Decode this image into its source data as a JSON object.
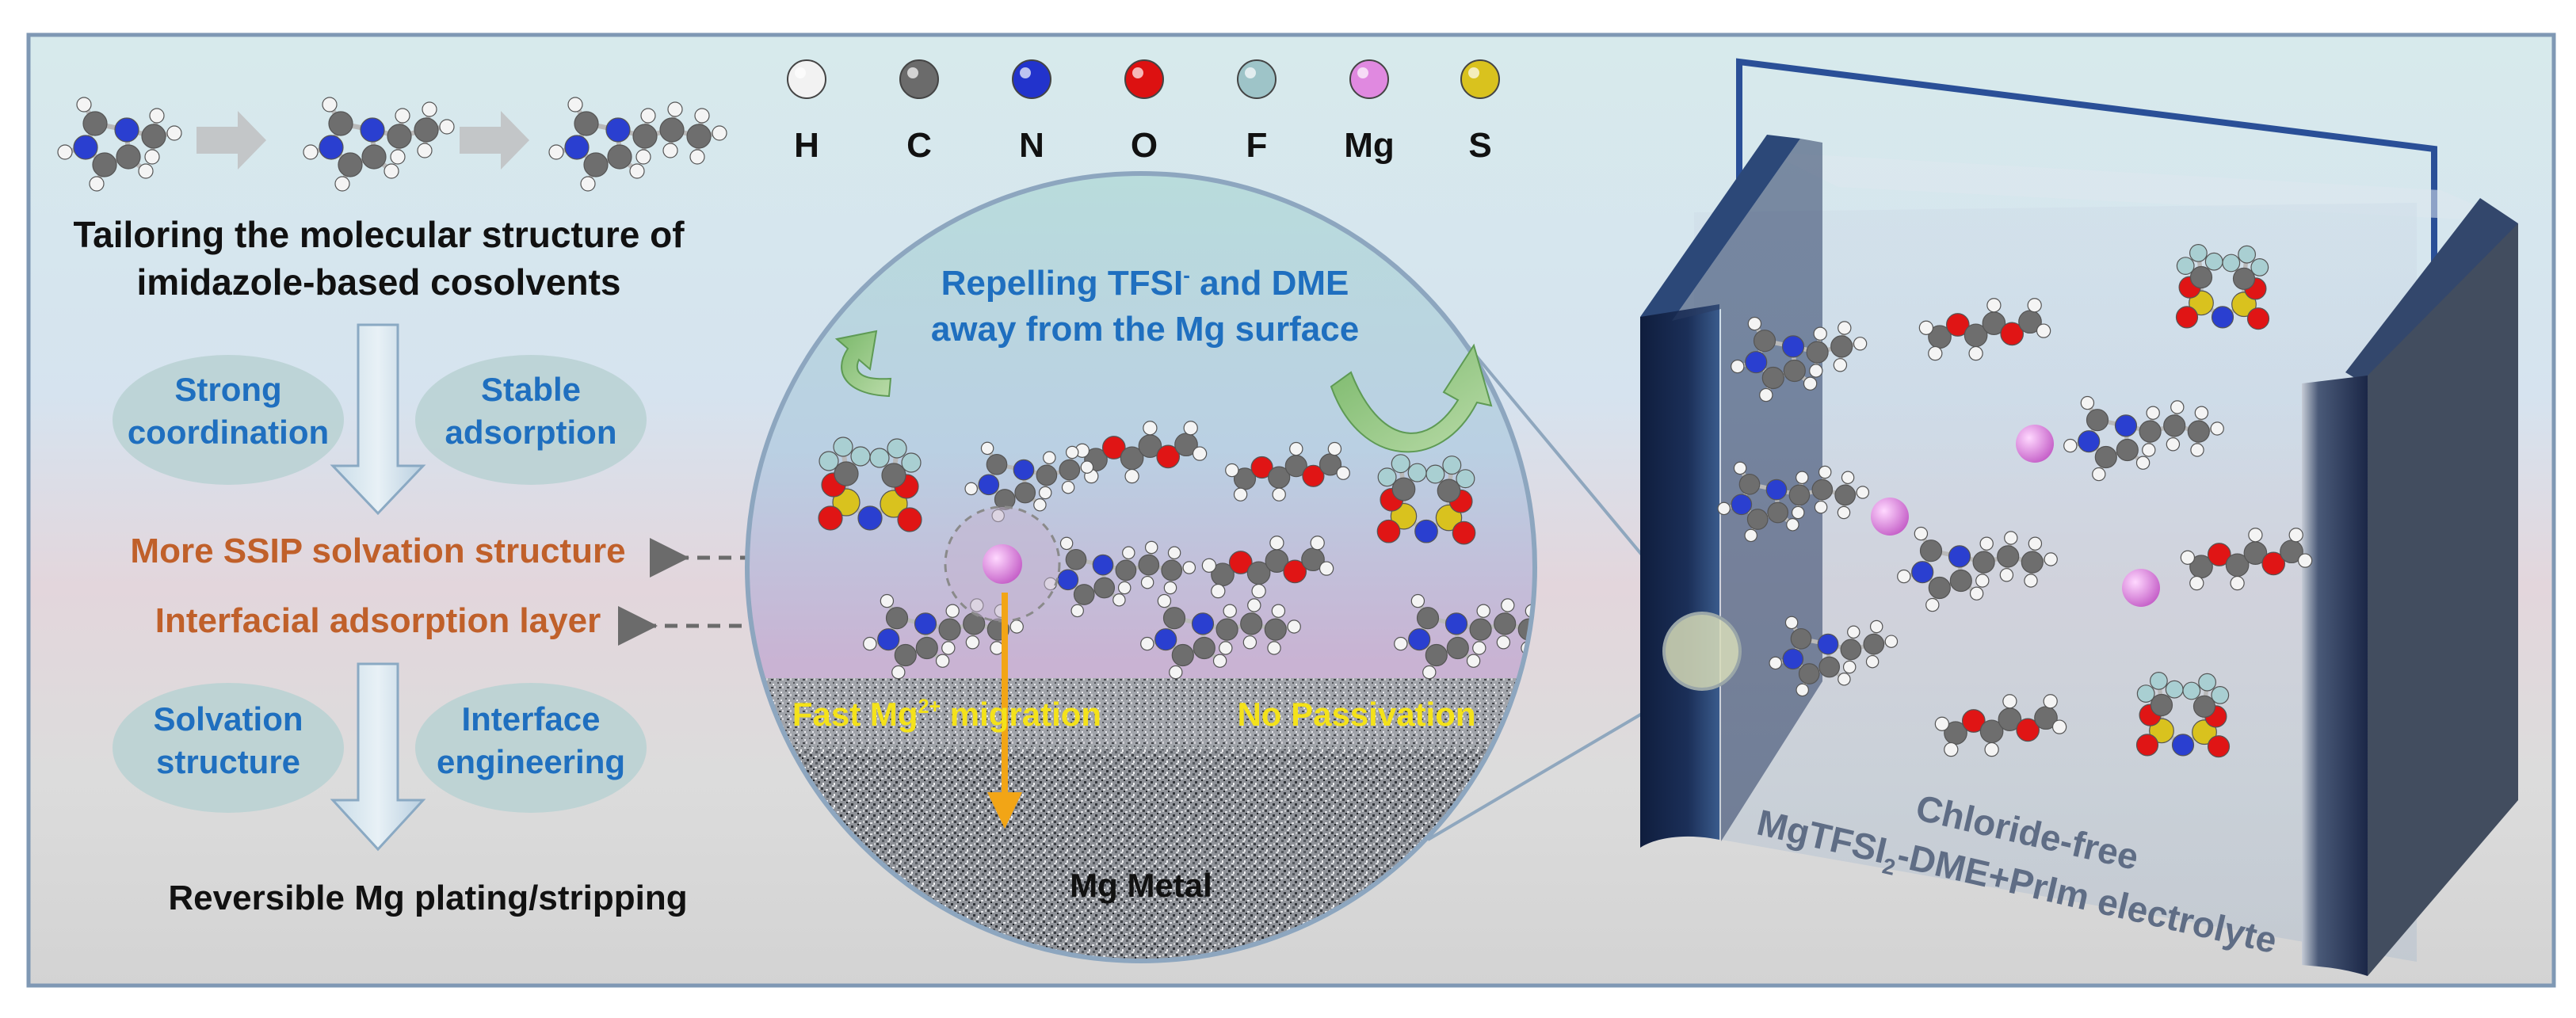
{
  "legend": {
    "elements": [
      {
        "symbol": "H",
        "color": "#f2f2f2"
      },
      {
        "symbol": "C",
        "color": "#6b6b6b"
      },
      {
        "symbol": "N",
        "color": "#2233cc"
      },
      {
        "symbol": "O",
        "color": "#dd1111"
      },
      {
        "symbol": "F",
        "color": "#9ec4c8"
      },
      {
        "symbol": "Mg",
        "color": "#e089e0"
      },
      {
        "symbol": "S",
        "color": "#d9c21e"
      }
    ]
  },
  "left_panel": {
    "title_line1": "Tailoring the molecular structure of",
    "title_line2": "imidazole-based cosolvents",
    "bubble_strong_l1": "Strong",
    "bubble_strong_l2": "coordination",
    "bubble_stable_l1": "Stable",
    "bubble_stable_l2": "adsorption",
    "ssip": "More SSIP solvation structure",
    "interfacial": "Interfacial adsorption layer",
    "bubble_solvation_l1": "Solvation",
    "bubble_solvation_l2": "structure",
    "bubble_interface_l1": "Interface",
    "bubble_interface_l2": "engineering",
    "reversible": "Reversible Mg plating/stripping"
  },
  "circle": {
    "repel_l1_a": "Repelling TFSI",
    "repel_l1_sup": "-",
    "repel_l1_b": " and DME",
    "repel_l2": "away from the Mg surface",
    "fast_a": "Fast Mg",
    "fast_sup": "2+",
    "fast_b": " migration",
    "no_passivation": "No Passivation",
    "mg_metal": "Mg Metal"
  },
  "cell": {
    "chloride_free": "Chloride-free",
    "electrolyte_a": "MgTFSI",
    "electrolyte_sub": "2",
    "electrolyte_b": "-DME+PrIm electrolyte"
  },
  "colors": {
    "blue_text": "#1f6fbf",
    "orange_text": "#c0602a",
    "yellow_text": "#f4e21a",
    "arrow_orange": "#f2a516",
    "electrode_dark": "#17294d",
    "frame": "#7f98b4"
  }
}
